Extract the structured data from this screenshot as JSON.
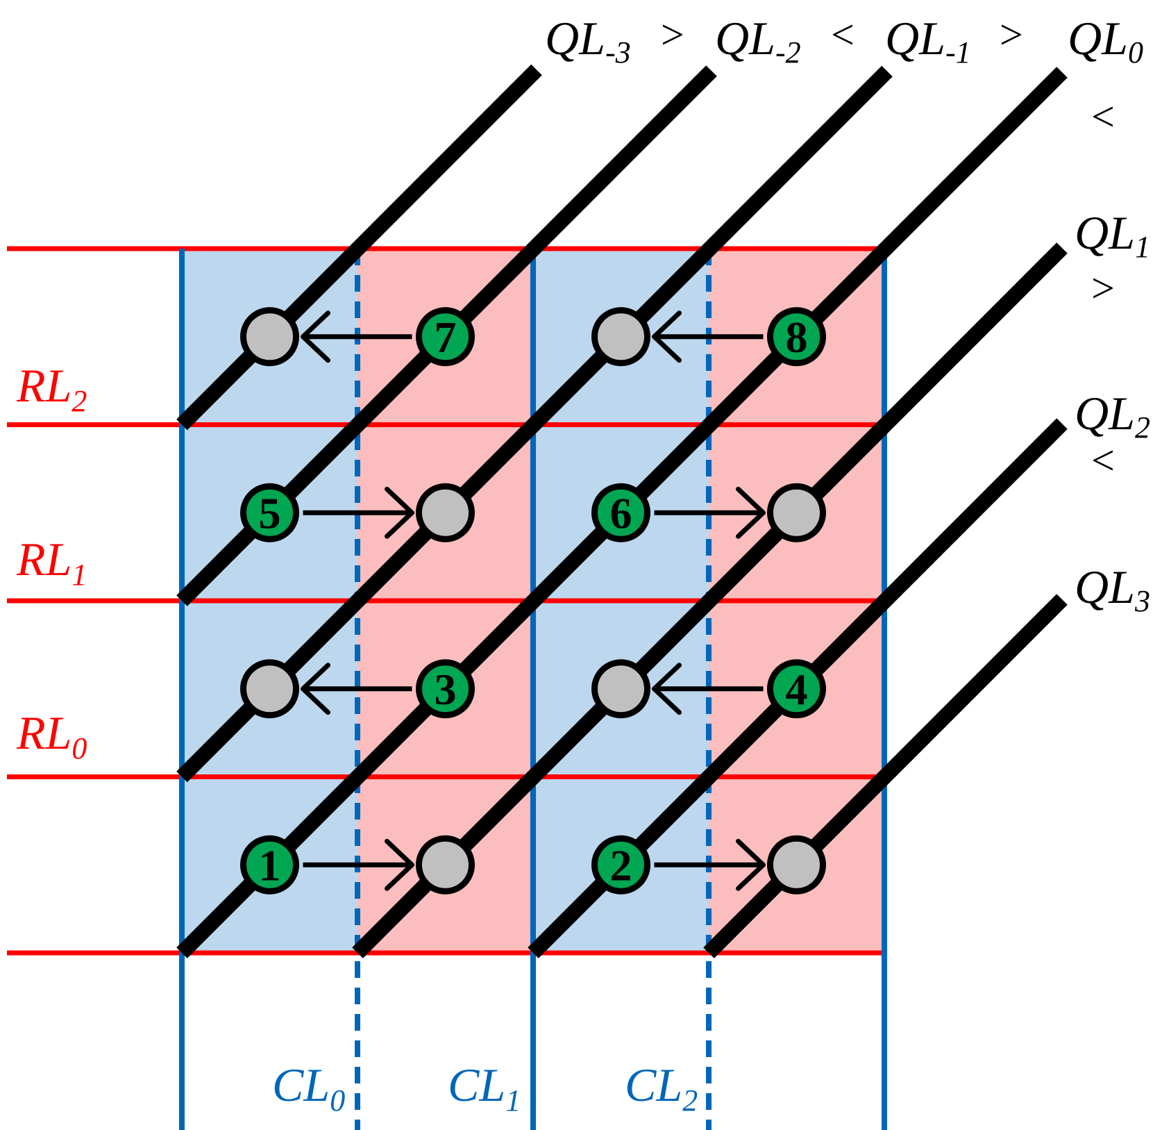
{
  "colors": {
    "red_line": "#ff0000",
    "blue_line": "#0066b8",
    "cell_blue": "#bdd7ee",
    "cell_pink": "#fbbdbd",
    "node_green": "#00a651",
    "node_gray": "#c0c0c0",
    "stroke_black": "#000000"
  },
  "labels": {
    "ql_base": "QL",
    "rl_base": "RL",
    "cl_base": "CL"
  },
  "ql": [
    {
      "sub": "-3"
    },
    {
      "sub": "-2"
    },
    {
      "sub": "-1"
    },
    {
      "sub": "0"
    },
    {
      "sub": "1"
    },
    {
      "sub": "2"
    },
    {
      "sub": "3"
    }
  ],
  "rl": [
    {
      "sub": "2"
    },
    {
      "sub": "1"
    },
    {
      "sub": "0"
    }
  ],
  "cl": [
    {
      "sub": "0"
    },
    {
      "sub": "1"
    },
    {
      "sub": "2"
    }
  ],
  "comparators": [
    ">",
    "<",
    ">",
    "<",
    ">",
    "<"
  ],
  "nodes": [
    {
      "label": "1",
      "kind": "green",
      "col": 0,
      "row": 0,
      "arrow": "right"
    },
    {
      "label": "",
      "kind": "gray",
      "col": 1,
      "row": 0
    },
    {
      "label": "2",
      "kind": "green",
      "col": 2,
      "row": 0,
      "arrow": "right"
    },
    {
      "label": "",
      "kind": "gray",
      "col": 3,
      "row": 0
    },
    {
      "label": "",
      "kind": "gray",
      "col": 0,
      "row": 1
    },
    {
      "label": "3",
      "kind": "green",
      "col": 1,
      "row": 1,
      "arrow": "left"
    },
    {
      "label": "",
      "kind": "gray",
      "col": 2,
      "row": 1
    },
    {
      "label": "4",
      "kind": "green",
      "col": 3,
      "row": 1,
      "arrow": "left"
    },
    {
      "label": "5",
      "kind": "green",
      "col": 0,
      "row": 2,
      "arrow": "right"
    },
    {
      "label": "",
      "kind": "gray",
      "col": 1,
      "row": 2
    },
    {
      "label": "6",
      "kind": "green",
      "col": 2,
      "row": 2,
      "arrow": "right"
    },
    {
      "label": "",
      "kind": "gray",
      "col": 3,
      "row": 2
    },
    {
      "label": "",
      "kind": "gray",
      "col": 0,
      "row": 3
    },
    {
      "label": "7",
      "kind": "green",
      "col": 1,
      "row": 3,
      "arrow": "left"
    },
    {
      "label": "",
      "kind": "gray",
      "col": 2,
      "row": 3
    },
    {
      "label": "8",
      "kind": "green",
      "col": 3,
      "row": 3,
      "arrow": "left"
    }
  ]
}
